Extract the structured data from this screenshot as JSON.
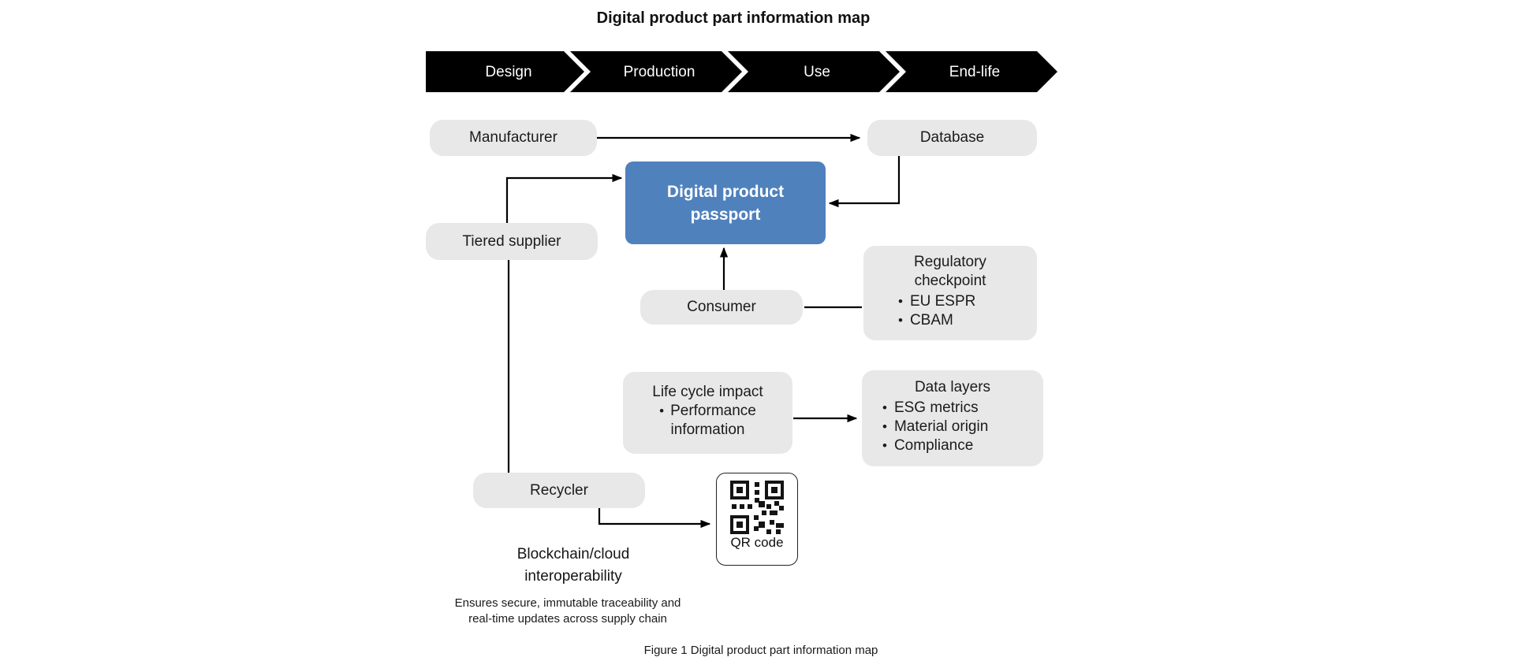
{
  "title": "Digital product part information map",
  "caption": "Figure 1 Digital product part information map",
  "stages": [
    {
      "label": "Design"
    },
    {
      "label": "Production"
    },
    {
      "label": "Use"
    },
    {
      "label": "End-life"
    }
  ],
  "nodes": {
    "manufacturer": {
      "label": "Manufacturer"
    },
    "database": {
      "label": "Database"
    },
    "digital_product_passport": {
      "label": "Digital product passport"
    },
    "tiered_supplier": {
      "label": "Tiered supplier"
    },
    "consumer": {
      "label": "Consumer"
    },
    "regulatory_checkpoint": {
      "title": "Regulatory checkpoint",
      "bullets": [
        "EU ESPR",
        "CBAM"
      ]
    },
    "life_cycle_impact": {
      "title": "Life cycle impact",
      "bullets": [
        "Performance information"
      ]
    },
    "data_layers": {
      "title": "Data layers",
      "bullets": [
        "ESG metrics",
        "Material origin",
        "Compliance"
      ]
    },
    "recycler": {
      "label": "Recycler"
    },
    "qr_code": {
      "label": "QR code"
    }
  },
  "annotations": {
    "blockchain_title": "Blockchain/cloud interoperability",
    "blockchain_note": "Ensures secure, immutable traceability and real-time updates across supply chain"
  },
  "colors": {
    "passport_blue": "#4F81BD",
    "node_gray": "#E8E8E8",
    "stage_bar_black": "#000000",
    "connector_black": "#000000"
  }
}
